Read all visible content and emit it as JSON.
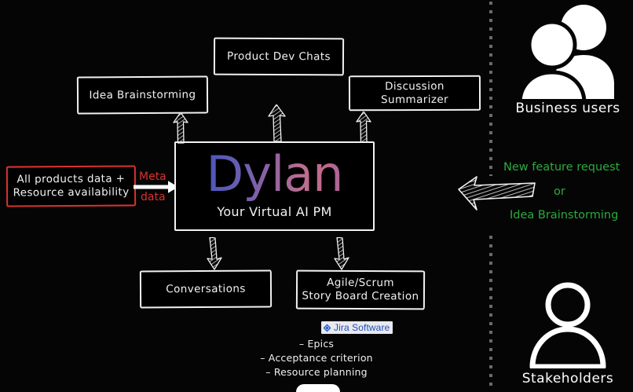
{
  "diagram": {
    "title": "Dylan",
    "subtitle": "Your Virtual AI PM",
    "background_color": "#050505",
    "accent_colors": {
      "red": "#d9322f",
      "green": "#2aab3f",
      "white": "#f2f2f2",
      "jira_blue": "#1f4fb8",
      "dylan_gradient_start": "#4355c0",
      "dylan_gradient_mid": "#b96e90",
      "dylan_gradient_end": "#6b68c4"
    }
  },
  "input_box": {
    "line1": "All products data +",
    "line2": "Resource availability",
    "border_color": "#d9322f"
  },
  "meta_arrow": {
    "label_top": "Meta",
    "label_bottom": "data",
    "color": "#d9322f"
  },
  "top_boxes": [
    {
      "label": "Idea Brainstorming"
    },
    {
      "label": "Product Dev Chats"
    },
    {
      "label": "Discussion Summarizer"
    }
  ],
  "bottom_boxes": [
    {
      "label": "Conversations",
      "line1": "Conversations",
      "line2": ""
    },
    {
      "label": "Agile/Scrum Story Board Creation",
      "line1": "Agile/Scrum",
      "line2": "Story Board Creation"
    }
  ],
  "jira": {
    "badge_label": "Jira Software",
    "icon": "jira-diamond-icon",
    "bullets": [
      "– Epics",
      "– Acceptance criterion",
      "– Resource planning"
    ]
  },
  "right_panel": {
    "business_users": {
      "label": "Business users",
      "icon": "two-people-filled-icon"
    },
    "stakeholders": {
      "label": "Stakeholders",
      "icon": "single-person-outline-icon"
    },
    "request_text": {
      "line1": "New feature request",
      "line2": "or",
      "line3": "Idea Brainstorming",
      "color": "#2aab3f"
    }
  }
}
